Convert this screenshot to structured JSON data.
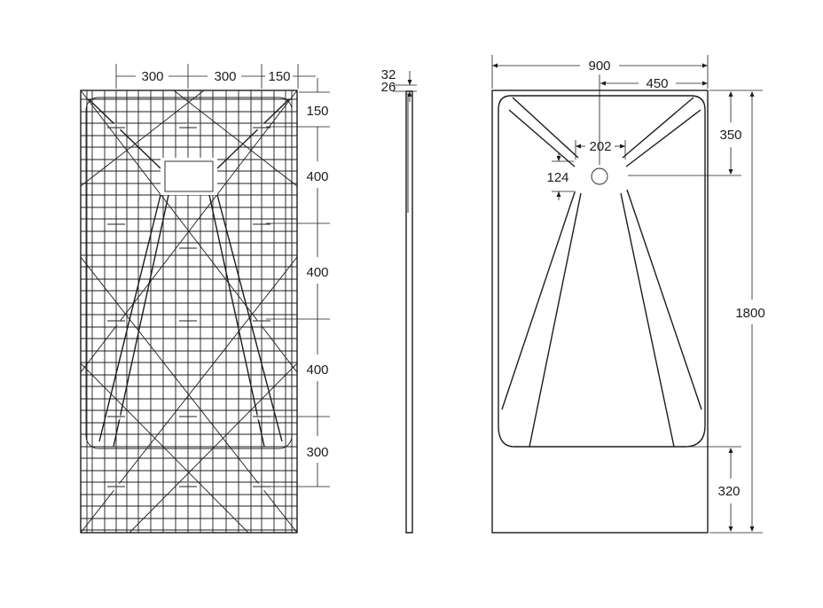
{
  "back_view": {
    "top": [
      "300",
      "300",
      "150"
    ],
    "right": [
      "150",
      "400",
      "400",
      "400",
      "300"
    ]
  },
  "side_view": {
    "t1": "32",
    "t2": "26"
  },
  "front_view": {
    "width": "900",
    "half_width": "450",
    "waste_width": "202",
    "waste_height": "124",
    "waste_offset": "350",
    "length": "1800",
    "end_flat": "320"
  }
}
